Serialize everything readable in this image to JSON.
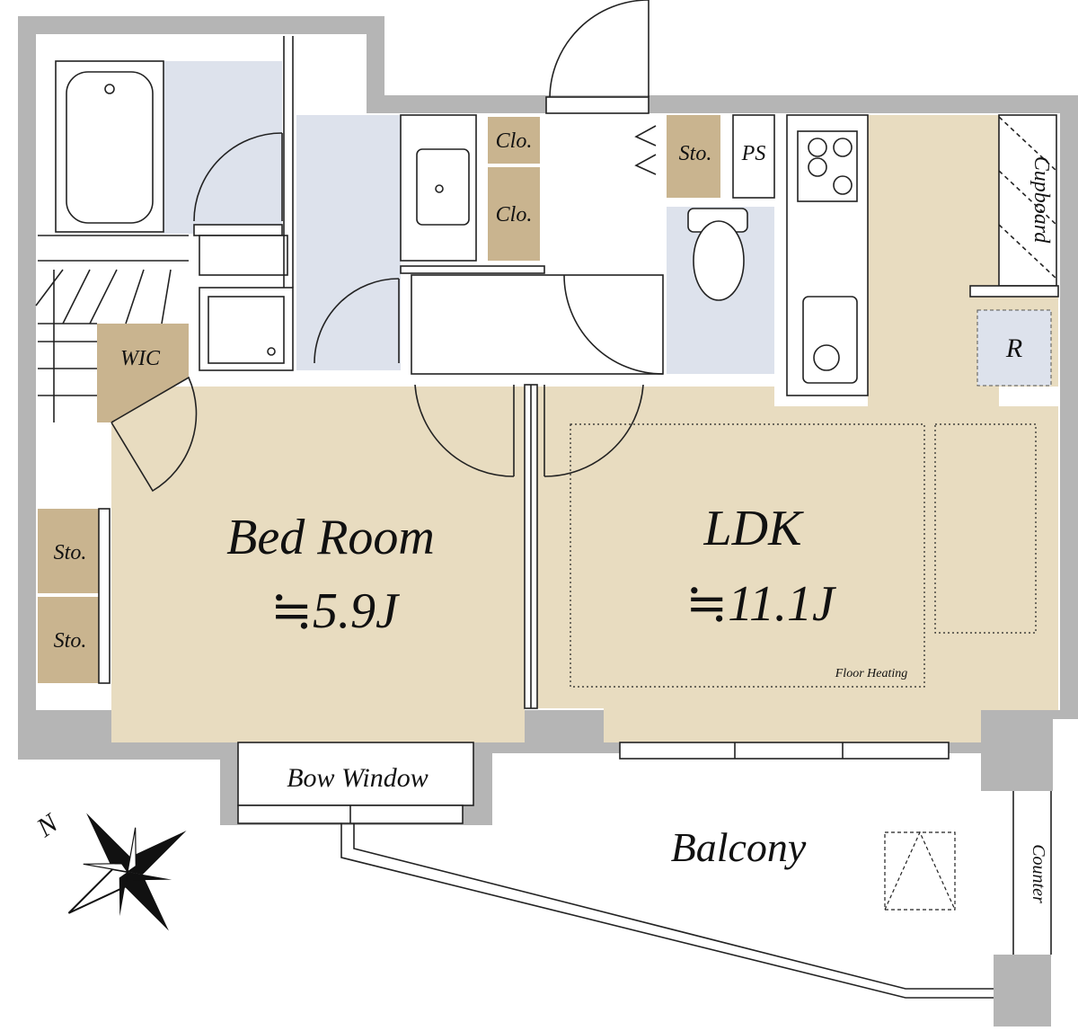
{
  "rooms": {
    "bedroom": {
      "name": "Bed Room",
      "area": "≒5.9J"
    },
    "ldk": {
      "name": "LDK",
      "area": "≒11.1J"
    },
    "wic": "WIC",
    "closet_1": "Clo.",
    "closet_2": "Clo.",
    "storage_top": "Sto.",
    "ps": "PS",
    "storage_left_1": "Sto.",
    "storage_left_2": "Sto.",
    "cupboard": "Cupboard",
    "refrigerator": "R",
    "floor_heating": "Floor Heating",
    "bow_window": "Bow Window",
    "balcony": "Balcony",
    "counter": "Counter"
  },
  "compass": {
    "north": "N"
  },
  "colors": {
    "wall": "#b5b5b5",
    "room_fill": "#e8dcc0",
    "wet_fill": "#dde2ec",
    "storage_fill": "#c9b48f",
    "line": "#222222"
  }
}
